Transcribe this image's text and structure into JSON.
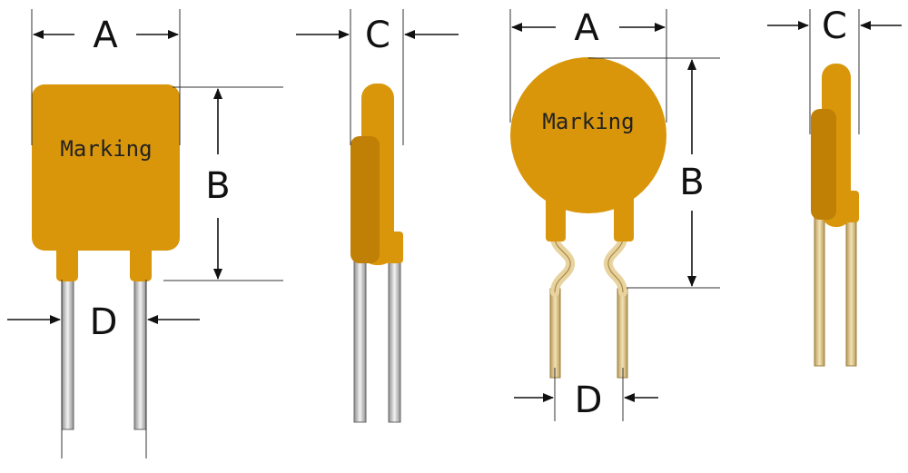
{
  "labels": {
    "marking": "Marking",
    "dim_a": "A",
    "dim_b": "B",
    "dim_c": "C",
    "dim_d": "D"
  },
  "colors": {
    "body": "#D9960A",
    "body_shade": "#C07F05",
    "lead_silver": "#C9C9C9",
    "lead_gold": "#E0C48A",
    "line": "#111111"
  }
}
